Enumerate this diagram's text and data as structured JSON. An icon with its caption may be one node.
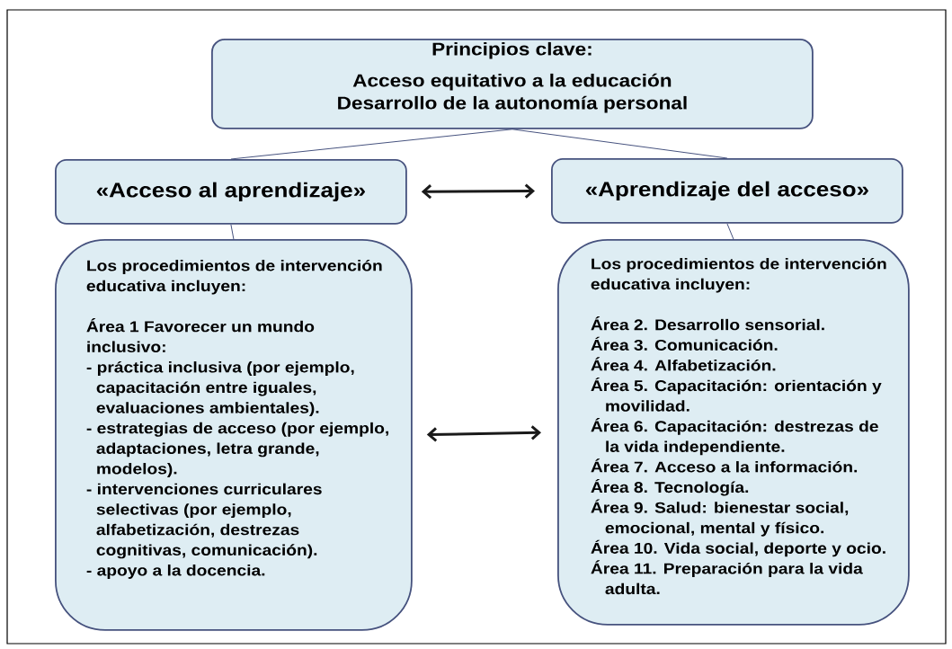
{
  "diagram": {
    "nodes": [
      {
        "text": [
          "Principios clave:",
          "Acceso equitativo a la educación",
          "Desarrollo de la autonomía personal"
        ]
      },
      {
        "text": [
          "«Acceso al aprendizaje»"
        ]
      },
      {
        "text": [
          "«Aprendizaje del acceso»"
        ]
      },
      {
        "text": [
          "Los procedimientos de intervención educativa incluyen:",
          "Área 1 Favorecer un mundo inclusivo:",
          "- práctica inclusiva (por ejemplo, capacitación entre iguales, evaluaciones ambientales).",
          "- estrategias de acceso (por ejemplo, adaptaciones, letra grande, modelos).",
          "- intervenciones curriculares selectivas (por ejemplo, alfabetización, destrezas cognitivas, comunicación).",
          "- apoyo a la docencia."
        ]
      },
      {
        "text": [
          "Los procedimientos de intervención educativa incluyen:",
          "Área 2. Desarrollo sensorial.",
          "Área 3. Comunicación.",
          "Área 4. Alfabetización.",
          "Área 5. Capacitación: orientación y movilidad.",
          "Área 6. Capacitación: destrezas de la vida independiente.",
          "Área 7. Acceso a la información.",
          "Área 8. Tecnología.",
          "Área 9. Salud: bienestar social, emocional, mental y físico.",
          "Área 10. Vida social, deporte y ocio.",
          "Área 11. Preparación para la vida adulta."
        ]
      }
    ],
    "edges": [
      {
        "from": 0,
        "to": 1,
        "arrow": "none"
      },
      {
        "from": 0,
        "to": 2,
        "arrow": "none"
      },
      {
        "from": 1,
        "to": 2,
        "arrow": "both",
        "style": "thick",
        "color": "#1a1a1a"
      },
      {
        "from": 1,
        "to": 3,
        "arrow": "none"
      },
      {
        "from": 2,
        "to": 4,
        "arrow": "none"
      },
      {
        "from": 3,
        "to": 4,
        "arrow": "both",
        "style": "thick",
        "color": "#1a1a1a"
      }
    ]
  }
}
